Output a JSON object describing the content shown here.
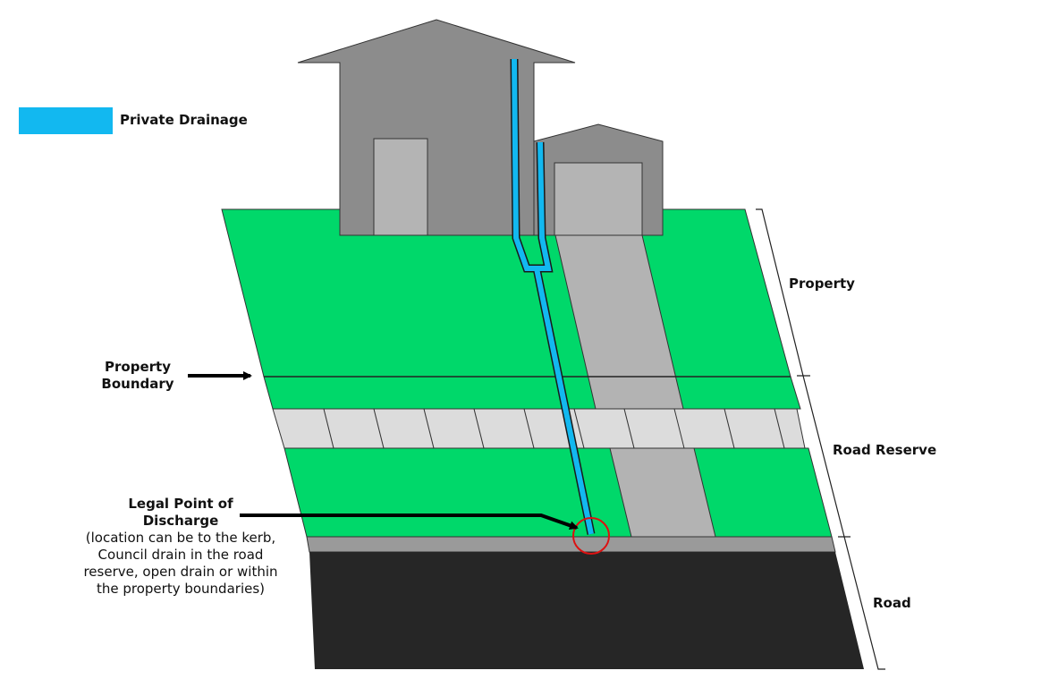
{
  "legend": {
    "label": "Private Drainage",
    "swatch_color": "#12b8f0"
  },
  "zones": {
    "property": "Property",
    "road_reserve": "Road Reserve",
    "road": "Road"
  },
  "annotations": {
    "property_boundary_line1": "Property",
    "property_boundary_line2": "Boundary",
    "discharge_title_line1": "Legal Point of",
    "discharge_title_line2": "Discharge",
    "discharge_desc_line1": "(location can be to the kerb,",
    "discharge_desc_line2": "Council drain in the road",
    "discharge_desc_line3": "reserve, open drain or within",
    "discharge_desc_line4": "the property boundaries)"
  },
  "colors": {
    "grass": "#00d86a",
    "building": "#8c8c8c",
    "door": "#b4b4b4",
    "driveway": "#b3b3b3",
    "footpath": "#dcdcdc",
    "kerb": "#9a9a9a",
    "road": "#262626",
    "pipe": "#12b8f0",
    "discharge_marker": "#dd1111"
  }
}
